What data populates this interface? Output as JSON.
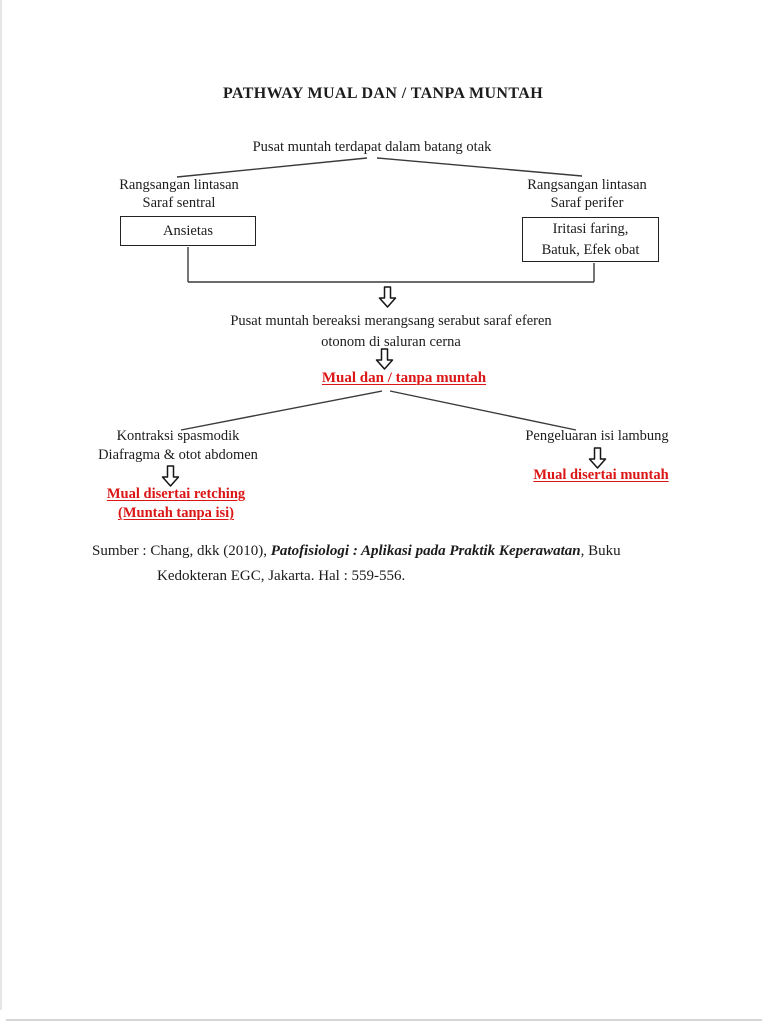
{
  "title": "PATHWAY MUAL DAN / TANPA MUNTAH",
  "diagram": {
    "root": "Pusat muntah terdapat dalam batang otak",
    "left_pathway": {
      "line1": "Rangsangan lintasan",
      "line2": "Saraf sentral"
    },
    "right_pathway": {
      "line1": "Rangsangan lintasan",
      "line2": "Saraf perifer"
    },
    "left_box": "Ansietas",
    "right_box": {
      "line1": "Iritasi faring,",
      "line2": "Batuk, Efek obat"
    },
    "merge": {
      "line1": "Pusat muntah bereaksi merangsang serabut saraf eferen",
      "line2": "otonom di saluran cerna"
    },
    "outcome": "Mual dan / tanpa muntah",
    "left_result": {
      "line1": "Kontraksi spasmodik",
      "line2": "Diafragma & otot abdomen",
      "highlight1": "Mual disertai retching",
      "highlight2": "(Muntah tanpa isi)"
    },
    "right_result": {
      "line1": "Pengeluaran isi lambung",
      "highlight": "Mual disertai muntah"
    }
  },
  "source": {
    "prefix": "Sumber : Chang, dkk (2010), ",
    "book_title": "Patofisiologi : Aplikasi pada Praktik Keperawatan",
    "suffix": ", Buku",
    "line2": "Kedokteran EGC, Jakarta. Hal : 559-556."
  },
  "colors": {
    "highlight_red": "#db1616",
    "ink": "#1c1c1c",
    "connector_line": "#3a3a3a"
  }
}
